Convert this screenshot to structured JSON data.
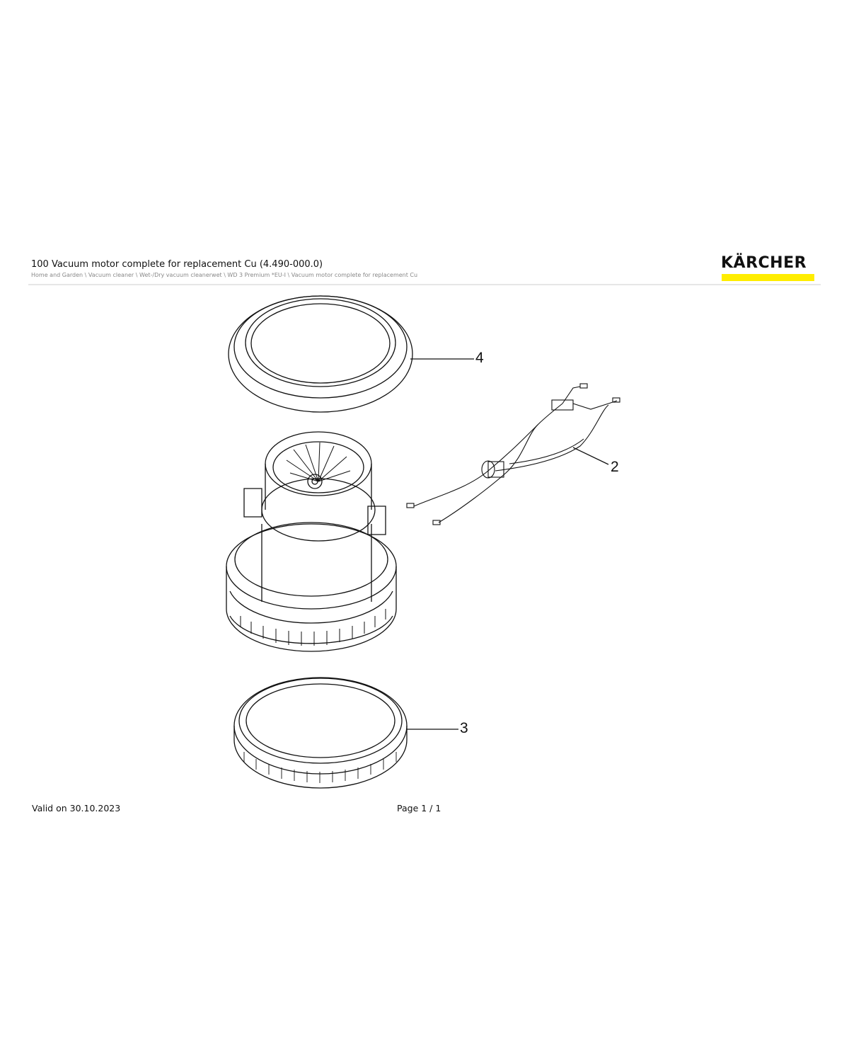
{
  "header": {
    "title": "100 Vacuum motor complete for replacement Cu (4.490-000.0)",
    "breadcrumb": "Home and Garden \\ Vacuum cleaner \\ Wet-/Dry vacuum cleanerwet \\ WD 3 Premium *EU-I \\ Vacuum motor complete for replacement Cu",
    "logo_text": "KÄRCHER",
    "logo_color": "#ffed00"
  },
  "diagram": {
    "callouts": [
      "4",
      "2",
      "3"
    ],
    "parts": [
      "ring-seal",
      "cable-harness",
      "vacuum-motor",
      "toothed-ring"
    ]
  },
  "footer": {
    "valid": "Valid on 30.10.2023",
    "page": "Page 1 / 1"
  }
}
